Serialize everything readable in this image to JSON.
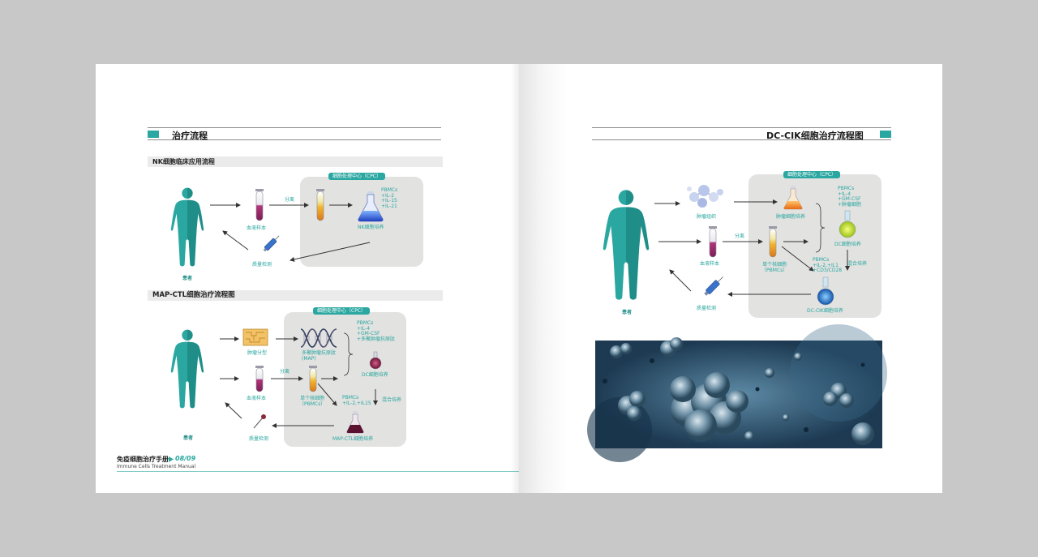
{
  "left": {
    "section_title": "治疗流程",
    "nk": {
      "heading": "NK细胞临床应用流程",
      "cpc_label": "细胞处理中心（CPC）",
      "patient": "患者",
      "blood_sample": "血液样本",
      "separate": "分离",
      "pbmcs_list": [
        "PBMCs",
        "+IL-2",
        "+IL-15",
        "+IL-21"
      ],
      "culture": "NK细胞培养",
      "quality": "质量检测"
    },
    "map": {
      "heading": "MAP-CTL细胞治疗流程图",
      "cpc_label": "细胞处理中心（CPC）",
      "patient": "患者",
      "tumor_typing": "肿瘤分型",
      "map_label_1": "多聚肿瘤抗原肽",
      "map_label_2": "(MAP)",
      "blood_sample": "血液样本",
      "separate": "分离",
      "single_cell_1": "单个核细胞",
      "single_cell_2": "（PBMCs）",
      "dc_list": [
        "PBMCs",
        "+IL-4",
        "+GM-CSF",
        "+多聚肿瘤抗原肽"
      ],
      "dc_culture": "DC细胞培养",
      "pbmc_list": [
        "PBMCs",
        "+IL-2,+IL15"
      ],
      "mix": "混合培养",
      "ctl_culture": "MAP-CTL细胞培养",
      "quality": "质量检测"
    },
    "footer": {
      "title": "免疫细胞治疗手册",
      "page": "08/09",
      "subtitle": "Immune Cells Treatment Manual"
    }
  },
  "right": {
    "section_title": "DC-CIK细胞治疗流程图",
    "cpc_label": "细胞处理中心（CPC）",
    "patient": "患者",
    "tumor_tissue": "肿瘤组织",
    "tumor_culture": "肿瘤细胞培养",
    "blood_sample": "血液样本",
    "separate": "分离",
    "single_cell_1": "单个核细胞",
    "single_cell_2": "（PBMCs）",
    "dc_list": [
      "PBMCs",
      "+IL-4",
      "+GM-CSF",
      "+肿瘤细胞"
    ],
    "dc_culture": "DC细胞培养",
    "pbmc_list": [
      "PBMCs",
      "+IL-2,+IL1",
      "+CD3/CD28"
    ],
    "mix": "混合培养",
    "dccik_culture": "DC-CIK细胞培养",
    "quality": "质量检测"
  },
  "colors": {
    "teal": "#2aa7a0",
    "dark_teal": "#1f8e88",
    "cpc_gray": "#e2e2e0"
  },
  "icons": [
    "human-figure-icon",
    "test-tube-icon",
    "flask-icon",
    "syringe-icon",
    "dna-icon",
    "molecule-icon",
    "chip-icon"
  ]
}
